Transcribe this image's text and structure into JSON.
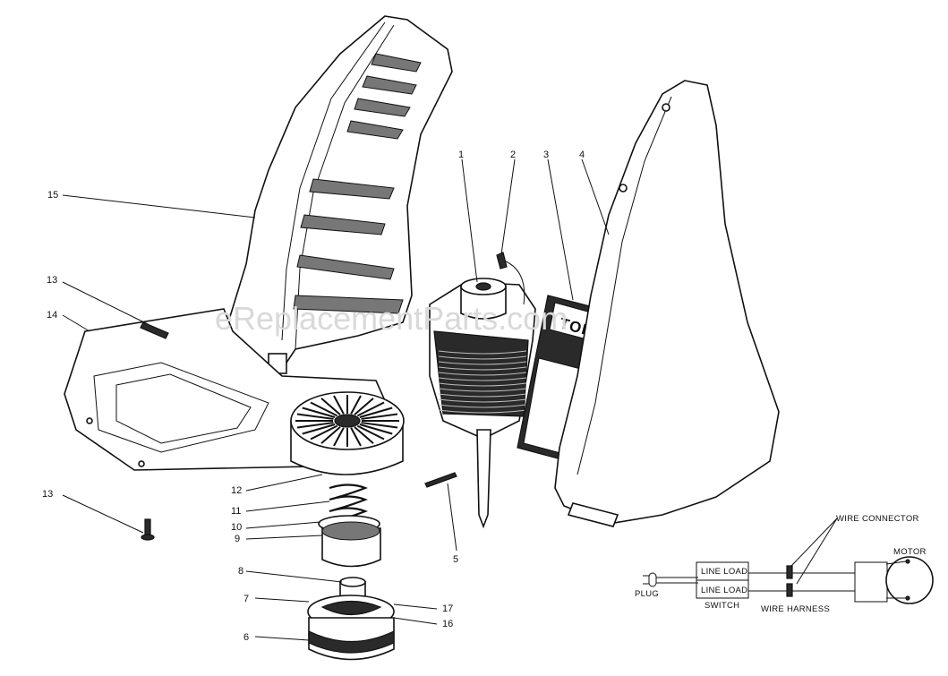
{
  "watermark": "eReplacementParts.com",
  "logo_text": "TORO",
  "callouts": {
    "n1": "1",
    "n2": "2",
    "n3": "3",
    "n4": "4",
    "n5": "5",
    "n6": "6",
    "n7": "7",
    "n8": "8",
    "n9": "9",
    "n10": "10",
    "n11": "11",
    "n12": "12",
    "n13a": "13",
    "n13b": "13",
    "n14": "14",
    "n15": "15",
    "n16": "16",
    "n17": "17"
  },
  "wiring": {
    "wire_connector": "WIRE CONNECTOR",
    "motor": "MOTOR",
    "plug": "PLUG",
    "line_load_top": "LINE LOAD",
    "line_load_bottom": "LINE LOAD",
    "switch": "SWITCH",
    "wire_harness": "WIRE HARNESS"
  }
}
